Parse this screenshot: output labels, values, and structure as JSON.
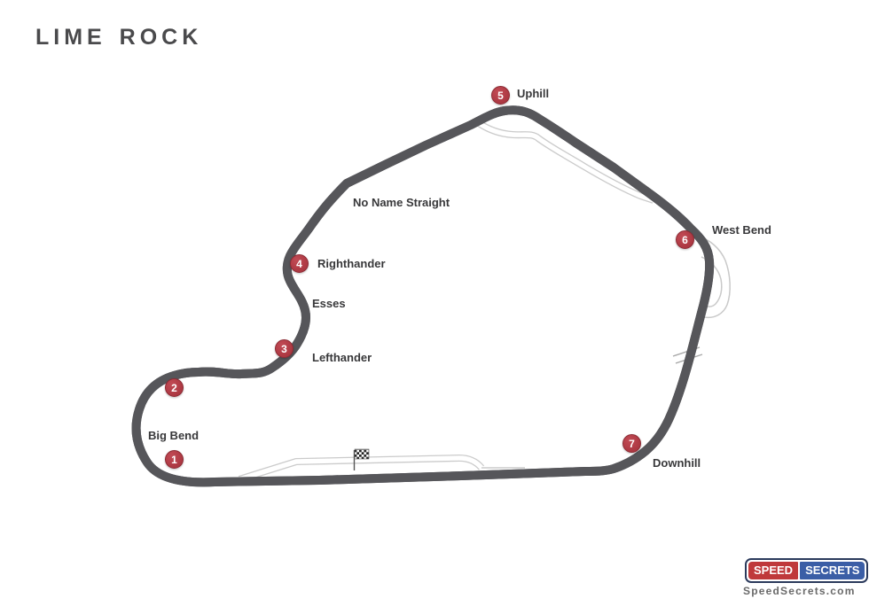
{
  "page_title": "LIME ROCK",
  "track": {
    "corners": [
      {
        "number": "1",
        "label": "Big Bend"
      },
      {
        "number": "2",
        "label": ""
      },
      {
        "number": "3",
        "label": "Lefthander"
      },
      {
        "number": "4",
        "label": "Righthander"
      },
      {
        "number": "5",
        "label": "Uphill"
      },
      {
        "number": "6",
        "label": "West Bend"
      },
      {
        "number": "7",
        "label": "Downhill"
      }
    ],
    "section_labels": {
      "esses": "Esses",
      "no_name_straight": "No Name Straight"
    },
    "features": {
      "start_finish": "checkered-flag",
      "bridge": "double-hash-marks",
      "pit_lane": "gray-road-inside-main-straight",
      "alternate_sections": "gray-lines-at-uphill-and-west-bend"
    },
    "colors": {
      "track_line": "#56565a",
      "alternate_line": "#cbcbcb",
      "marker_fill": "#b13c46",
      "marker_ring": "#8c2b34",
      "label_text": "#38383a"
    }
  },
  "branding": {
    "logo_speed": "SPEED",
    "logo_secrets": "SECRETS",
    "website": "SpeedSecrets.com",
    "colors": {
      "logo_red": "#bf393b",
      "logo_blue": "#3b5ea6",
      "logo_border": "#2b3a5c"
    }
  }
}
